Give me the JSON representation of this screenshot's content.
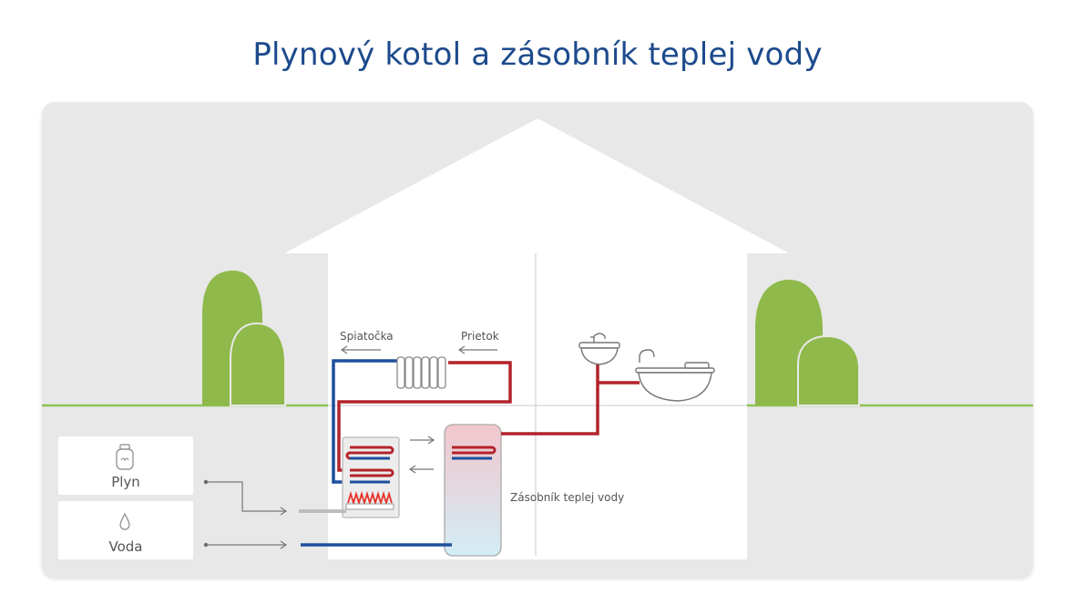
{
  "title": "Plynový kotol a zásobník teplej vody",
  "labels": {
    "return": "Spiatočka",
    "flow": "Prietok",
    "storage": "Zásobník teplej vody"
  },
  "legend": {
    "gas": {
      "label": "Plyn",
      "icon": "gas-bottle-icon"
    },
    "water": {
      "label": "Voda",
      "icon": "water-drop-icon"
    }
  },
  "colors": {
    "title": "#1c4a8c",
    "hot": "#b3232a",
    "cold": "#1d4f9c",
    "tree": "#8fb94b",
    "ground": "#8fc453",
    "panel": "#e8e8e8"
  }
}
